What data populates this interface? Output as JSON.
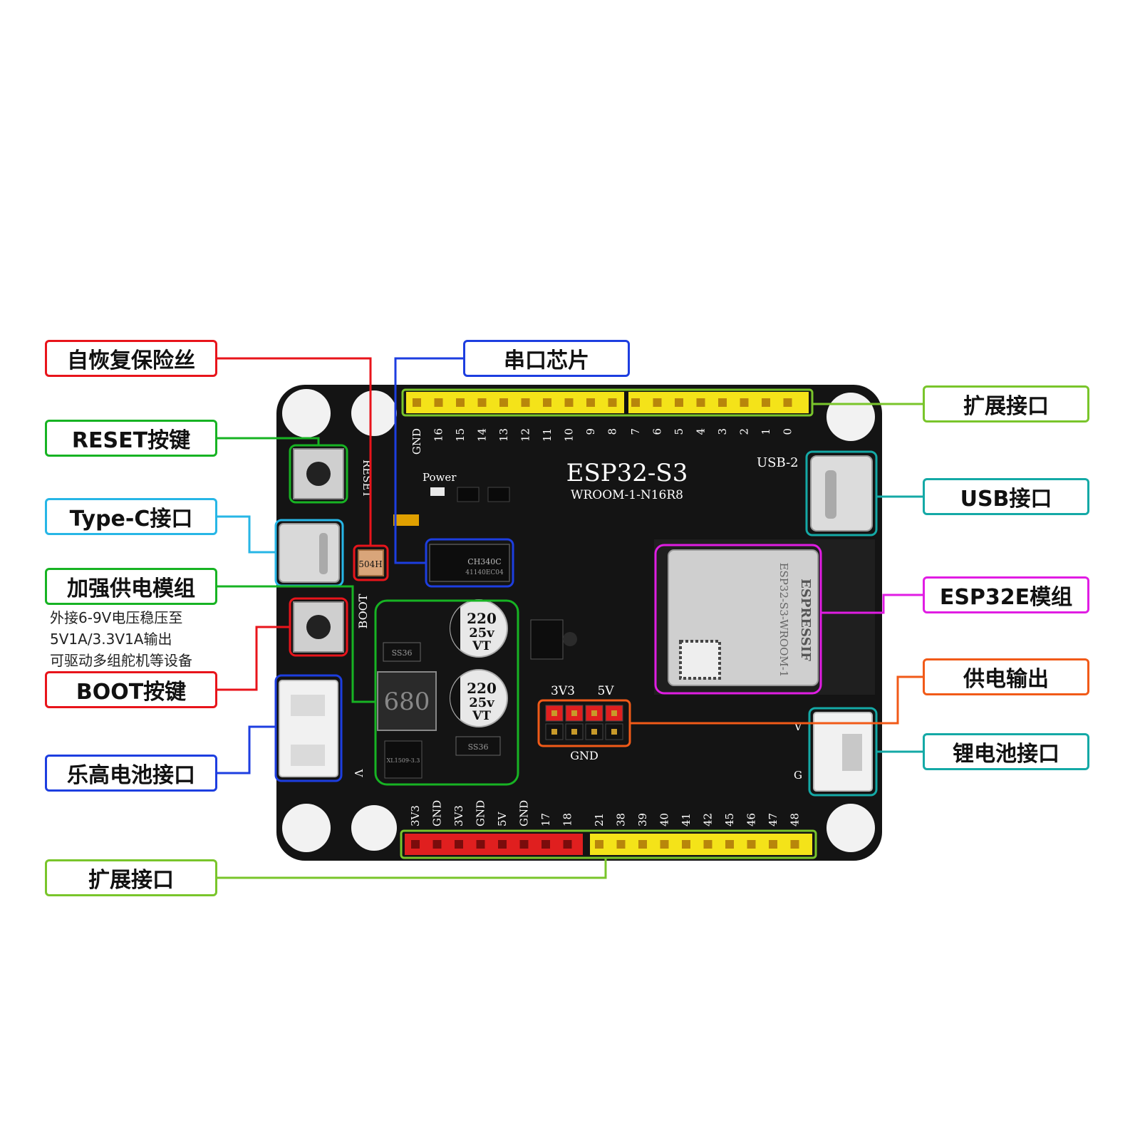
{
  "board": {
    "title": "ESP32-S3",
    "subtitle": "WROOM-1-N16R8",
    "power_label": "Power",
    "usb2_label": "USB-2",
    "reset_label": "RESET",
    "boot_label": "BOOT",
    "fuse_marking": "504H",
    "serial_chip_marking": "CH340C",
    "serial_chip_code": "41140EC04",
    "inductor_marking": "680",
    "cap_values": [
      "220",
      "25v",
      "VT"
    ],
    "diode_marking": "SS36",
    "regulator_marking": "XL1509-3.3",
    "module_brand": "ESPRESSIF",
    "module_model": "ESP32-S3-WROOM-1",
    "pin_3v3": "3V3",
    "pin_5v": "5V",
    "pin_gnd": "GND",
    "lipo_v": "V",
    "lipo_g": "G",
    "lego_v": "V"
  },
  "top_header": {
    "left_labels": [
      "GND",
      "16",
      "15",
      "14",
      "13",
      "12",
      "11",
      "10",
      "9",
      "8"
    ],
    "right_labels": [
      "7",
      "6",
      "5",
      "4",
      "3",
      "2",
      "1",
      "0"
    ]
  },
  "bottom_header": {
    "red_labels": [
      "3V3",
      "GND",
      "3V3",
      "GND",
      "5V",
      "GND",
      "17",
      "18"
    ],
    "yellow_labels": [
      "21",
      "38",
      "39",
      "40",
      "41",
      "42",
      "45",
      "46",
      "47",
      "48"
    ]
  },
  "callouts": {
    "fuse": "自恢复保险丝",
    "serial": "串口芯片",
    "expand_top": "扩展接口",
    "reset": "RESET按键",
    "usb": "USB接口",
    "typec": "Type-C接口",
    "power_module": "加强供电模组",
    "power_notes": [
      "外接6-9V电压稳压至",
      "5V1A/3.3V1A输出",
      "可驱动多组舵机等设备"
    ],
    "esp_module": "ESP32E模组",
    "boot": "BOOT按键",
    "power_out": "供电输出",
    "lipo": "锂电池接口",
    "lego": "乐高电池接口",
    "expand_bottom": "扩展接口"
  },
  "colors": {
    "red": "#e8141b",
    "green": "#17b323",
    "light_green": "#79c52b",
    "cyan": "#27b6e6",
    "blue": "#1d3ee0",
    "teal": "#14a9a6",
    "magenta": "#e01de3",
    "orange": "#f15a18",
    "board": "#141414",
    "header_yellow": "#f4e319",
    "header_red": "#e01f1f"
  }
}
